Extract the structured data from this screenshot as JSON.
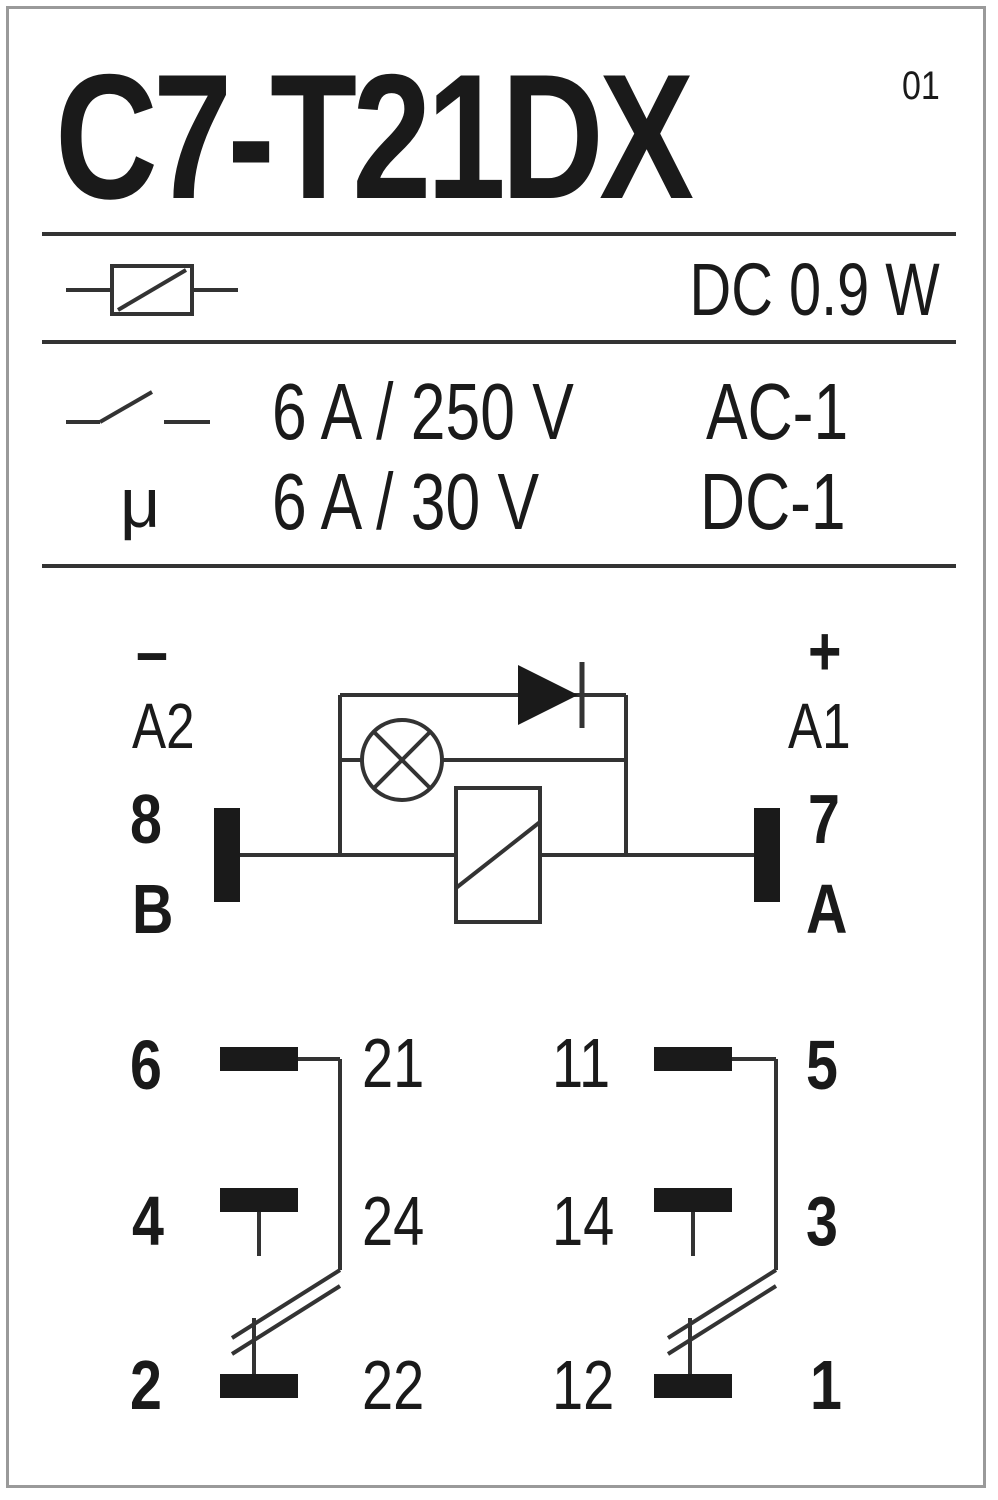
{
  "header": {
    "model": "C7-T21DX",
    "revision": "01"
  },
  "coil": {
    "icon": "coil-symbol-icon",
    "power": "DC 0.9 W"
  },
  "contact_ratings": {
    "icon": "contact-switch-icon",
    "micro_symbol": "μ",
    "ac_rating": "6 A / 250 V",
    "ac_category": "AC-1",
    "dc_rating": "6 A / 30 V",
    "dc_category": "DC-1"
  },
  "coil_circuit": {
    "minus_sign": "–",
    "plus_sign": "+",
    "left_terminal": "A2",
    "right_terminal": "A1",
    "left_pin": "8",
    "right_pin": "7",
    "left_letter": "B",
    "right_letter": "A"
  },
  "contacts": {
    "left": {
      "pins": [
        "6",
        "4",
        "2"
      ],
      "numbers": [
        "21",
        "24",
        "22"
      ]
    },
    "right": {
      "numbers": [
        "11",
        "14",
        "12"
      ],
      "pins": [
        "5",
        "3",
        "1"
      ]
    }
  }
}
